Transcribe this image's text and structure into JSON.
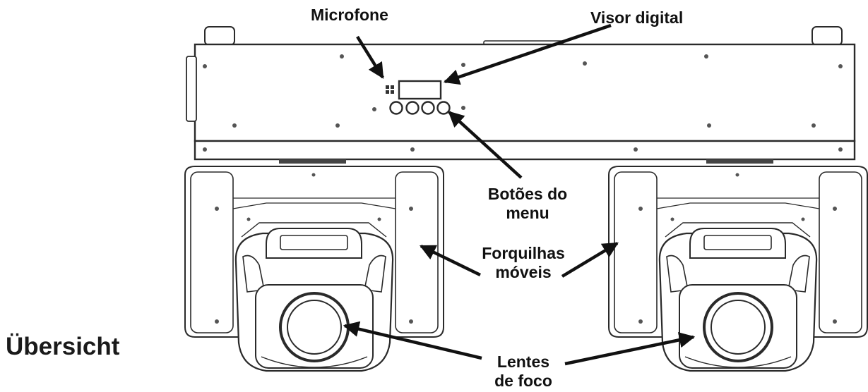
{
  "title": "Übersicht",
  "labels": {
    "microfone": "Microfone",
    "visor_digital": "Visor digital",
    "botoes_line1": "Botões do",
    "botoes_line2": "menu",
    "forquilhas_line1": "Forquilhas",
    "forquilhas_line2": "móveis",
    "lentes_line1": "Lentes",
    "lentes_line2": "de foco"
  },
  "colors": {
    "line": "#2a2a2a",
    "arrow": "#111111",
    "text": "#111111"
  }
}
